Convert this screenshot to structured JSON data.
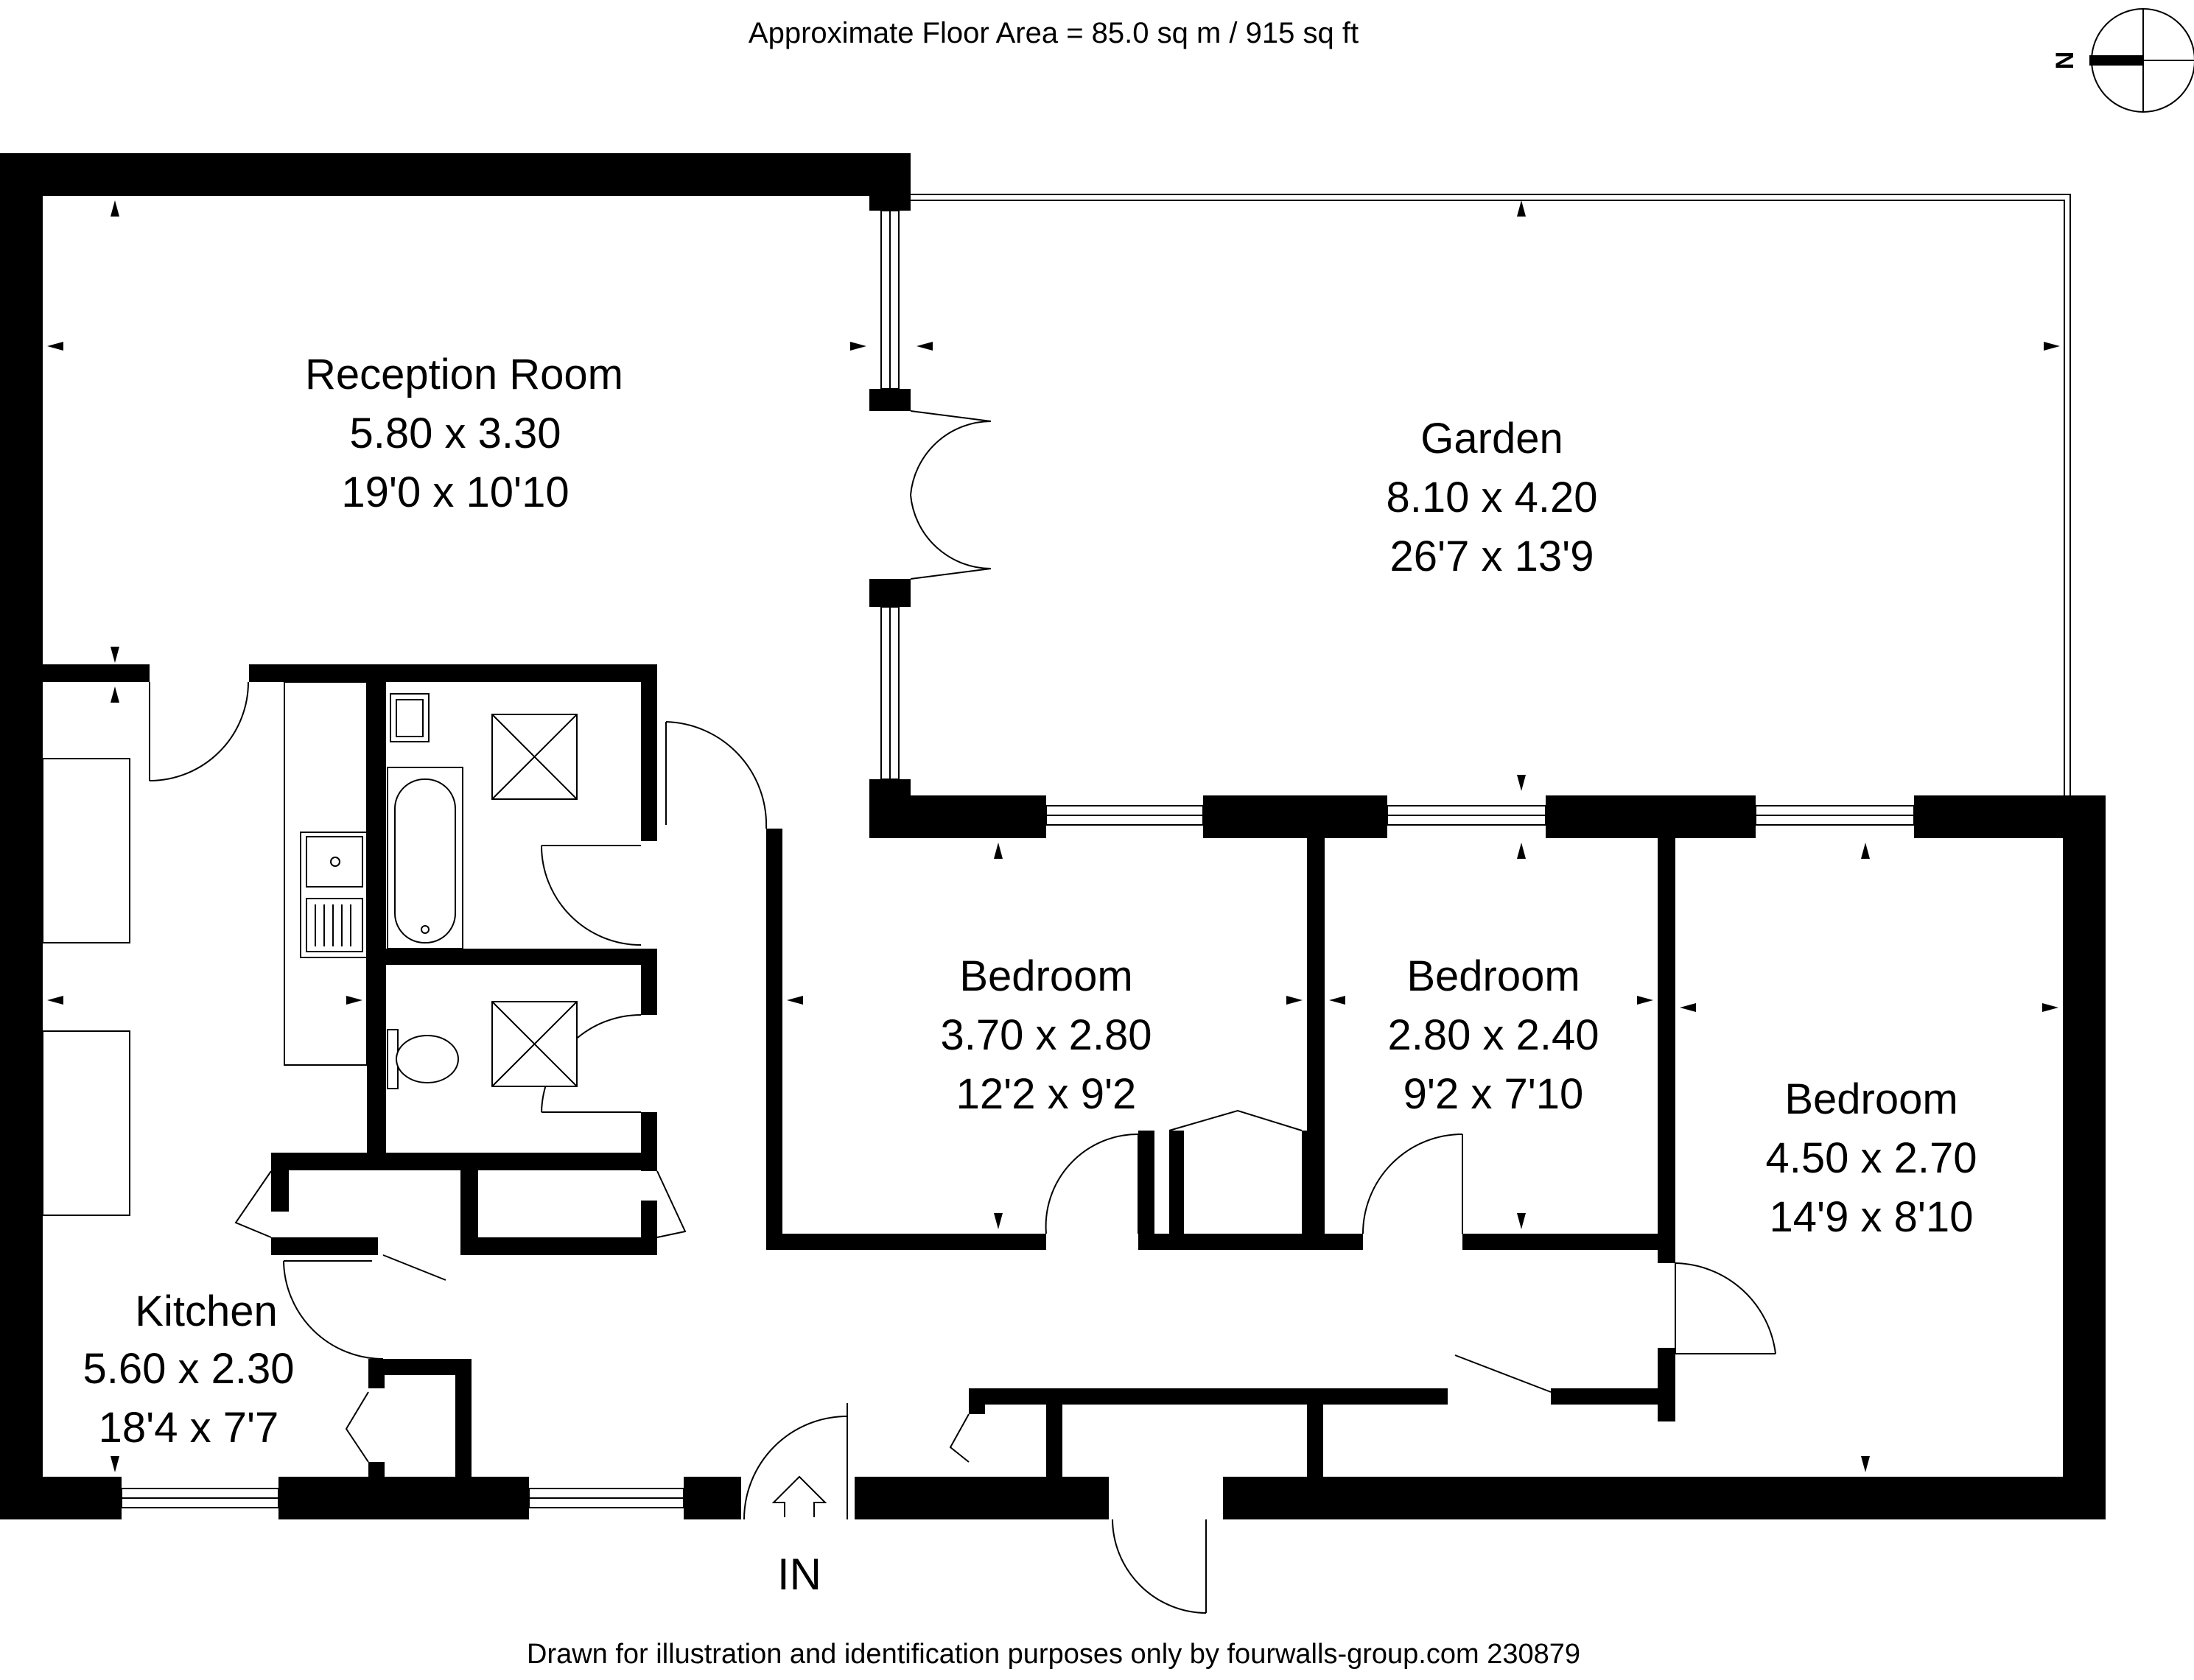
{
  "header": {
    "area_text": "Approximate Floor Area = 85.0 sq m / 915 sq ft"
  },
  "compass": {
    "label": "N"
  },
  "rooms": {
    "reception": {
      "name": "Reception Room",
      "metric": "5.80 x 3.30",
      "imperial": "19'0 x 10'10"
    },
    "garden": {
      "name": "Garden",
      "metric": "8.10 x 4.20",
      "imperial": "26'7 x 13'9"
    },
    "bedroom1": {
      "name": "Bedroom",
      "metric": "3.70 x 2.80",
      "imperial": "12'2 x 9'2"
    },
    "bedroom2": {
      "name": "Bedroom",
      "metric": "2.80 x 2.40",
      "imperial": "9'2 x 7'10"
    },
    "bedroom3": {
      "name": "Bedroom",
      "metric": "4.50 x 2.70",
      "imperial": "14'9 x 8'10"
    },
    "kitchen": {
      "name": "Kitchen",
      "metric": "5.60 x 2.30",
      "imperial": "18'4 x 7'7"
    }
  },
  "entrance": {
    "label": "IN"
  },
  "footer": {
    "disclaimer": "Drawn for illustration and identification purposes only by fourwalls-group.com 230879"
  }
}
